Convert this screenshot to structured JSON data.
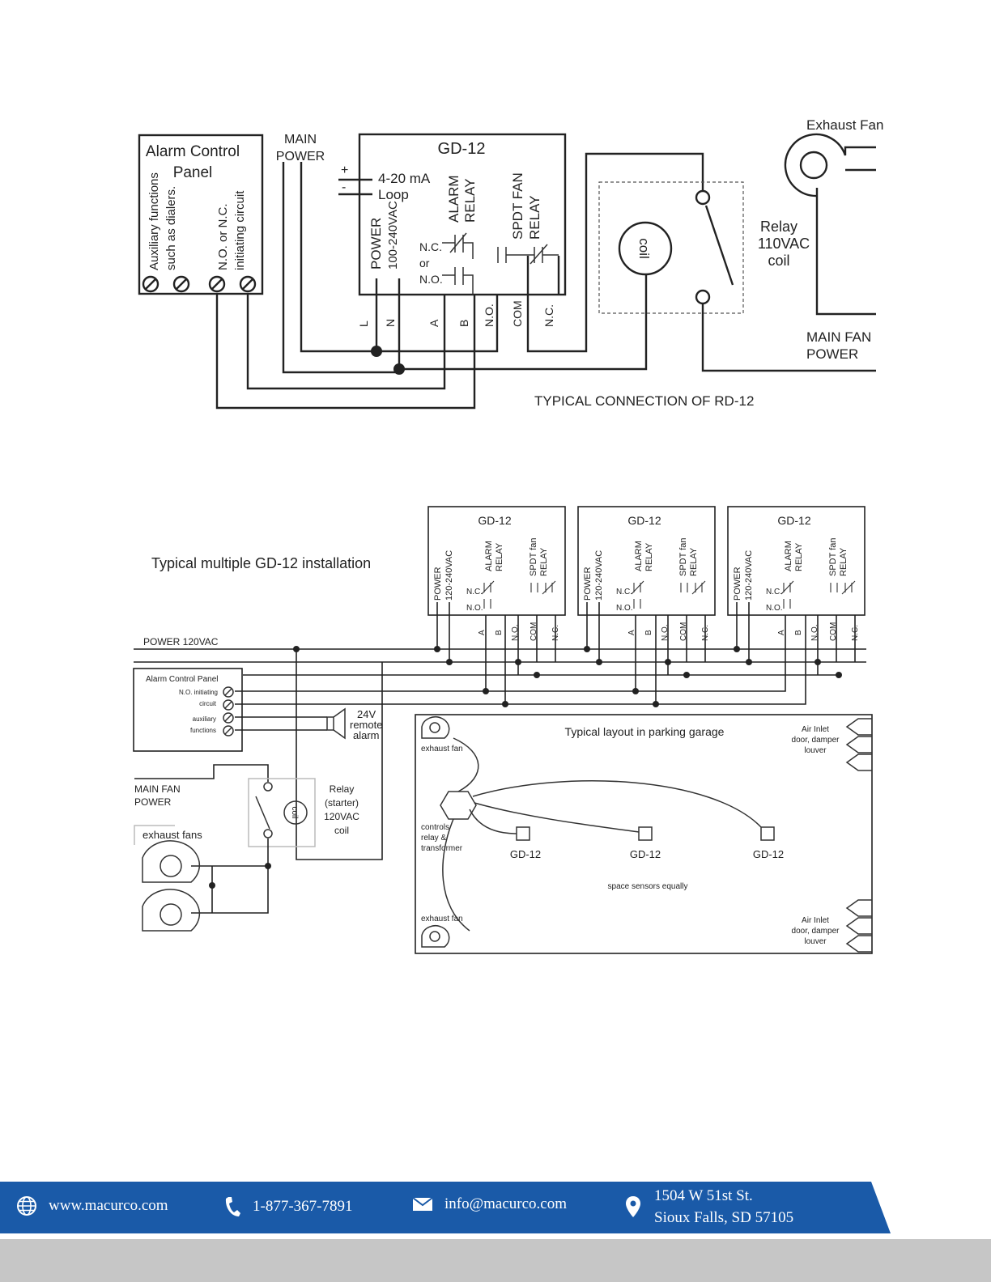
{
  "top": {
    "alarm_panel": {
      "title_line1": "Alarm Control",
      "title_line2": "Panel",
      "aux_line1": "Auxiliary functions",
      "aux_line2": "such as dialers.",
      "init_line1": "N.O. or N.C.",
      "init_line2": "initiating circuit"
    },
    "main_power_line1": "MAIN",
    "main_power_line2": "POWER",
    "gd12": {
      "title": "GD-12",
      "plus": "+",
      "minus": "-",
      "loop_line1": "4-20 mA",
      "loop_line2": "Loop",
      "power_line1": "POWER",
      "power_line2": "100-240VAC",
      "alarm_line1": "ALARM",
      "alarm_line2": "RELAY",
      "nc": "N.C.",
      "or": "or",
      "no": "N.O.",
      "fan_line1": "SPDT FAN",
      "fan_line2": "RELAY"
    },
    "terminals": [
      "L",
      "N",
      "A",
      "B",
      "N.O.",
      "COM",
      "N.C."
    ],
    "coil": "coil",
    "exhaust_fan": "Exhaust Fan",
    "relay_line1": "Relay",
    "relay_line2": "110VAC",
    "relay_line3": "coil",
    "main_fan_line1": "MAIN FAN",
    "main_fan_line2": "POWER",
    "caption": "TYPICAL CONNECTION OF RD-12"
  },
  "bottom": {
    "heading": "Typical multiple GD-12 installation",
    "units": [
      {
        "title": "GD-12"
      },
      {
        "title": "GD-12"
      },
      {
        "title": "GD-12"
      }
    ],
    "unit_labels": {
      "power_line1": "POWER",
      "power_line2": "120-240VAC",
      "alarm_line1": "ALARM",
      "alarm_line2": "RELAY",
      "fan_line1": "SPDT fan",
      "fan_line2": "RELAY",
      "nc": "N.C.",
      "no": "N.O.",
      "terminals": [
        "A",
        "B",
        "N.O.",
        "COM",
        "N.C."
      ]
    },
    "power_label": "POWER 120VAC",
    "alarm_panel": {
      "title": "Alarm Control Panel",
      "init_line1": "N.O. initiating",
      "init_line2": "circuit",
      "aux_line1": "auxiliary",
      "aux_line2": "functions"
    },
    "remote_alarm": {
      "line1": "24V",
      "line2": "remote",
      "line3": "alarm"
    },
    "main_fan_line1": "MAIN FAN",
    "main_fan_line2": "POWER",
    "exhaust_fans": "exhaust fans",
    "coil": "coil",
    "relay": {
      "line1": "Relay",
      "line2": "(starter)",
      "line3": "120VAC",
      "line4": "coil"
    },
    "layout": {
      "title": "Typical layout in parking garage",
      "exhaust_fan_top": "exhaust fan",
      "exhaust_fan_bottom": "exhaust fan",
      "air_inlet": {
        "line1": "Air Inlet",
        "line2": "door, damper",
        "line3": "louver"
      },
      "controls": {
        "line1": "controls",
        "line2": "relay &",
        "line3": "transformer"
      },
      "sensors": [
        "GD-12",
        "GD-12",
        "GD-12"
      ],
      "note": "space sensors equally"
    }
  },
  "footer": {
    "website": "www.macurco.com",
    "phone": "1-877-367-7891",
    "email": "info@macurco.com",
    "address_line1": "1504 W 51st St.",
    "address_line2": "Sioux Falls, SD 57105"
  },
  "colors": {
    "footer_band": "#1a5aa8",
    "footer_bottom": "#c6c6c6",
    "ink": "#222222"
  },
  "icons": [
    "globe-icon",
    "phone-icon",
    "envelope-icon",
    "location-pin-icon"
  ]
}
